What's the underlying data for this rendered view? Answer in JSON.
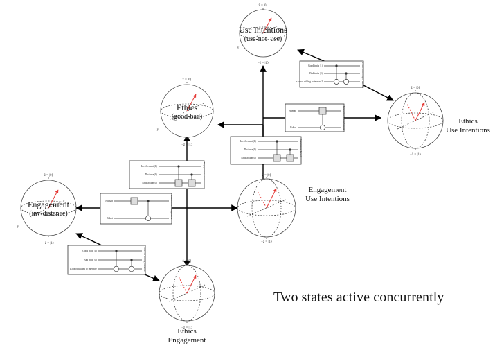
{
  "caption": "Two states active concurrently",
  "spheres": {
    "use_intentions": {
      "title": "Use Intentions",
      "subtitle": "(use-not_use)"
    },
    "ethics": {
      "title": "Ethics",
      "subtitle": "(good-bad)"
    },
    "engagement": {
      "title": "Engagement",
      "subtitle": "(inv-distance)"
    },
    "ethics_use": {
      "label_line1": "Ethics",
      "label_line2": "Use Intentions"
    },
    "engagement_use": {
      "label_line1": "Engagement",
      "label_line2": "Use Intentions"
    },
    "ethics_engagement": {
      "label_line1": "Ethics",
      "label_line2": "Engagement"
    }
  },
  "axis_labels": {
    "z_top": "ẑ = |0⟩",
    "z_bottom": "−ẑ = |1⟩",
    "y": "ŷ",
    "x": "x̂"
  },
  "circuits": {
    "ethics_circuit": {
      "wires": [
        "Good traits |1⟩",
        "Bad traits |0⟩",
        "Is robot willing to interact?"
      ],
      "side_label": "Ethics & willing to Interact"
    },
    "interaction_circuit": {
      "wires": [
        "Human",
        "Robot"
      ],
      "side_label": "Interaction Entanglement"
    },
    "engagement_circuit": {
      "wires": [
        "Involvement |1⟩",
        "Distance |1⟩",
        "Satisfaction |0⟩"
      ],
      "side_label": "Engagement Level"
    }
  }
}
